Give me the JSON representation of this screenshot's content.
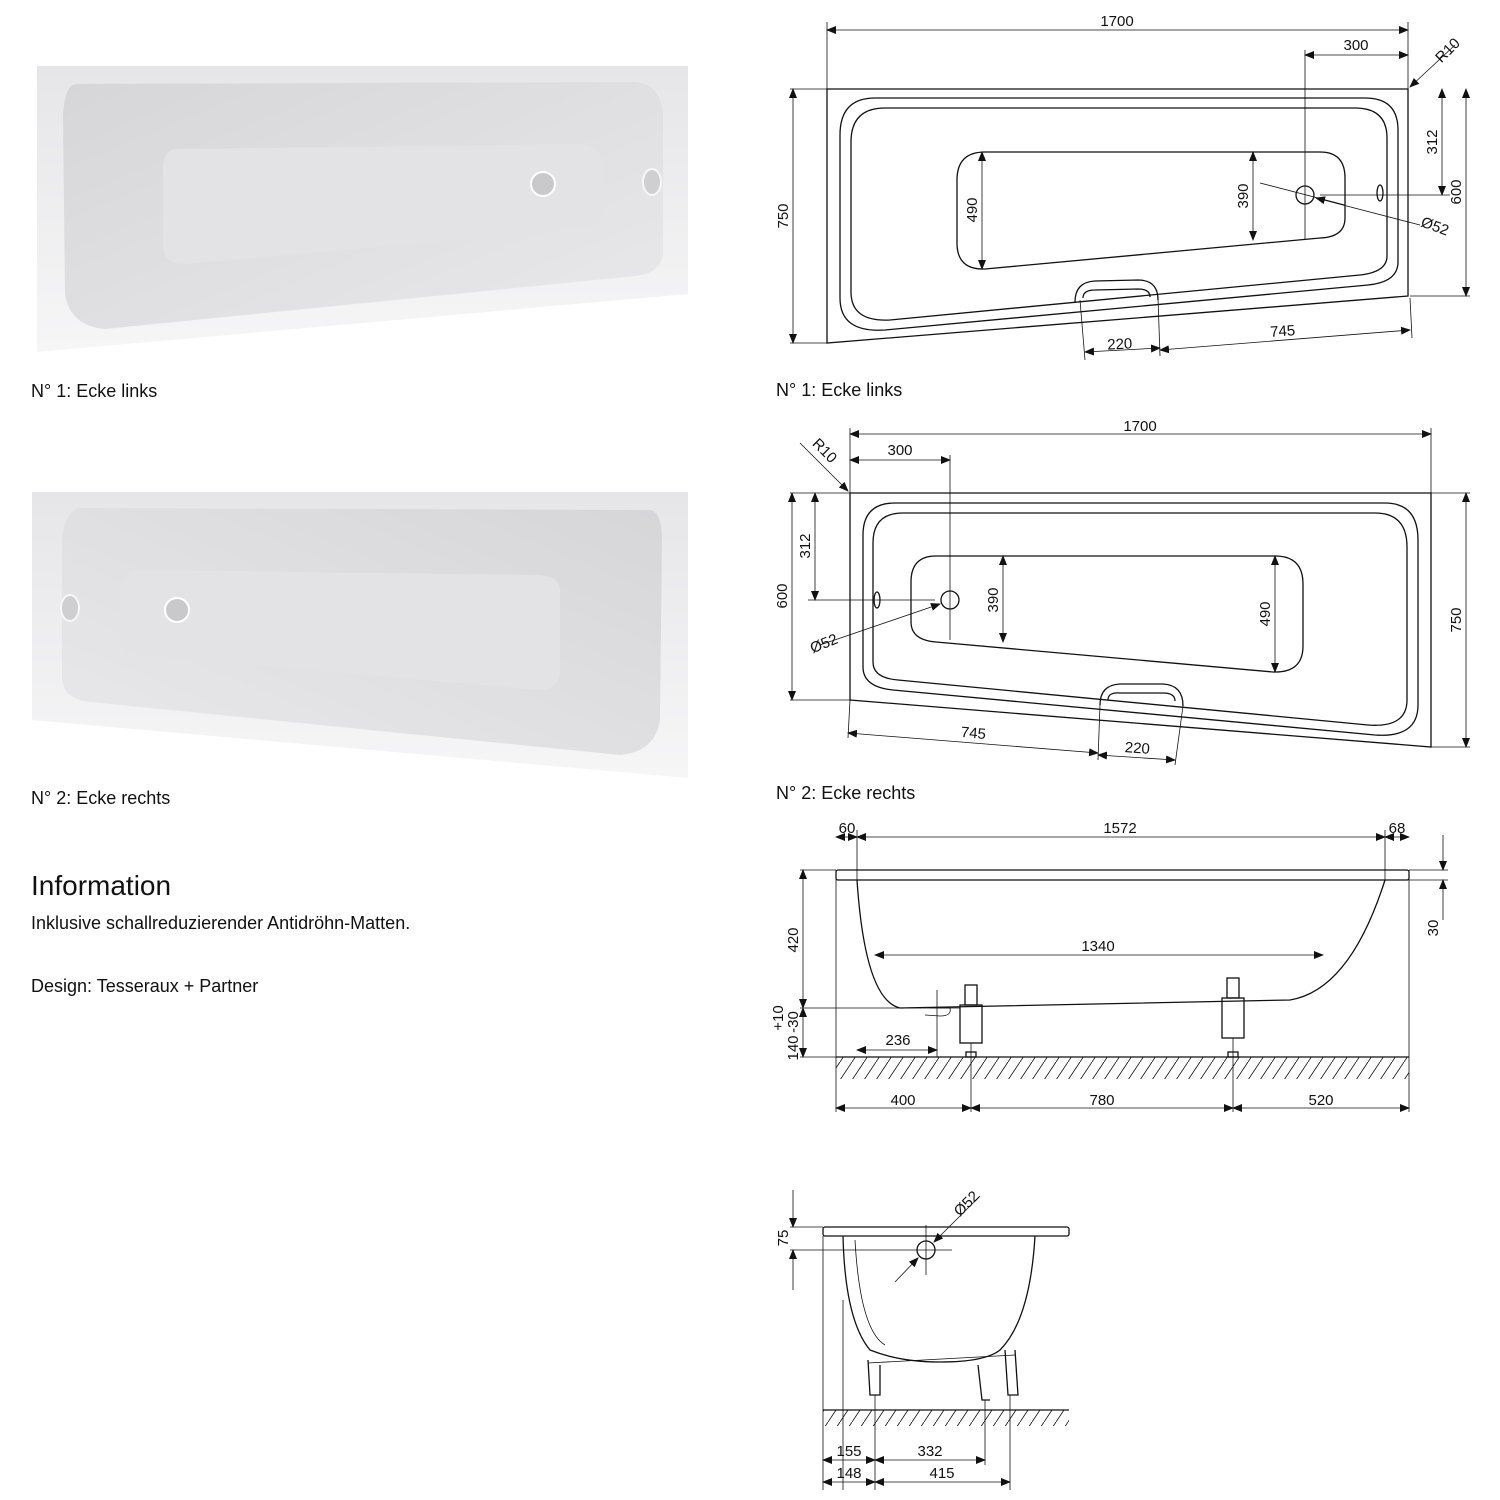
{
  "left": {
    "caption1": "N° 1: Ecke links",
    "caption2": "N° 2: Ecke rechts",
    "info_title": "Information",
    "info_text": "Inklusive schallreduzierender Antidröhn-Matten.",
    "design": "Design: Tesseraux + Partner"
  },
  "right": {
    "caption1": "N° 1: Ecke links",
    "caption2": "N° 2: Ecke rechts"
  },
  "drawing1": {
    "w1700": "1700",
    "w300": "300",
    "r10": "R10",
    "h750": "750",
    "h312": "312",
    "h600": "600",
    "h490": "490",
    "h390": "390",
    "d52": "Ø52",
    "w220": "220",
    "w745": "745"
  },
  "drawing2": {
    "w1700": "1700",
    "w300": "300",
    "r10": "R10",
    "h312": "312",
    "h600": "600",
    "d52": "Ø52",
    "h390": "390",
    "h490": "490",
    "h750": "750",
    "w745": "745",
    "w220": "220"
  },
  "side": {
    "d60": "60",
    "d1572": "1572",
    "d68": "68",
    "d420": "420",
    "d1340": "1340",
    "d30": "30",
    "d10": "+10",
    "dm30": "-30",
    "d140": "140",
    "d236": "236",
    "d400": "400",
    "d780": "780",
    "d520": "520"
  },
  "end": {
    "d52": "Ø52",
    "d75": "75",
    "d155": "155",
    "d332": "332",
    "d148": "148",
    "d415": "415"
  }
}
